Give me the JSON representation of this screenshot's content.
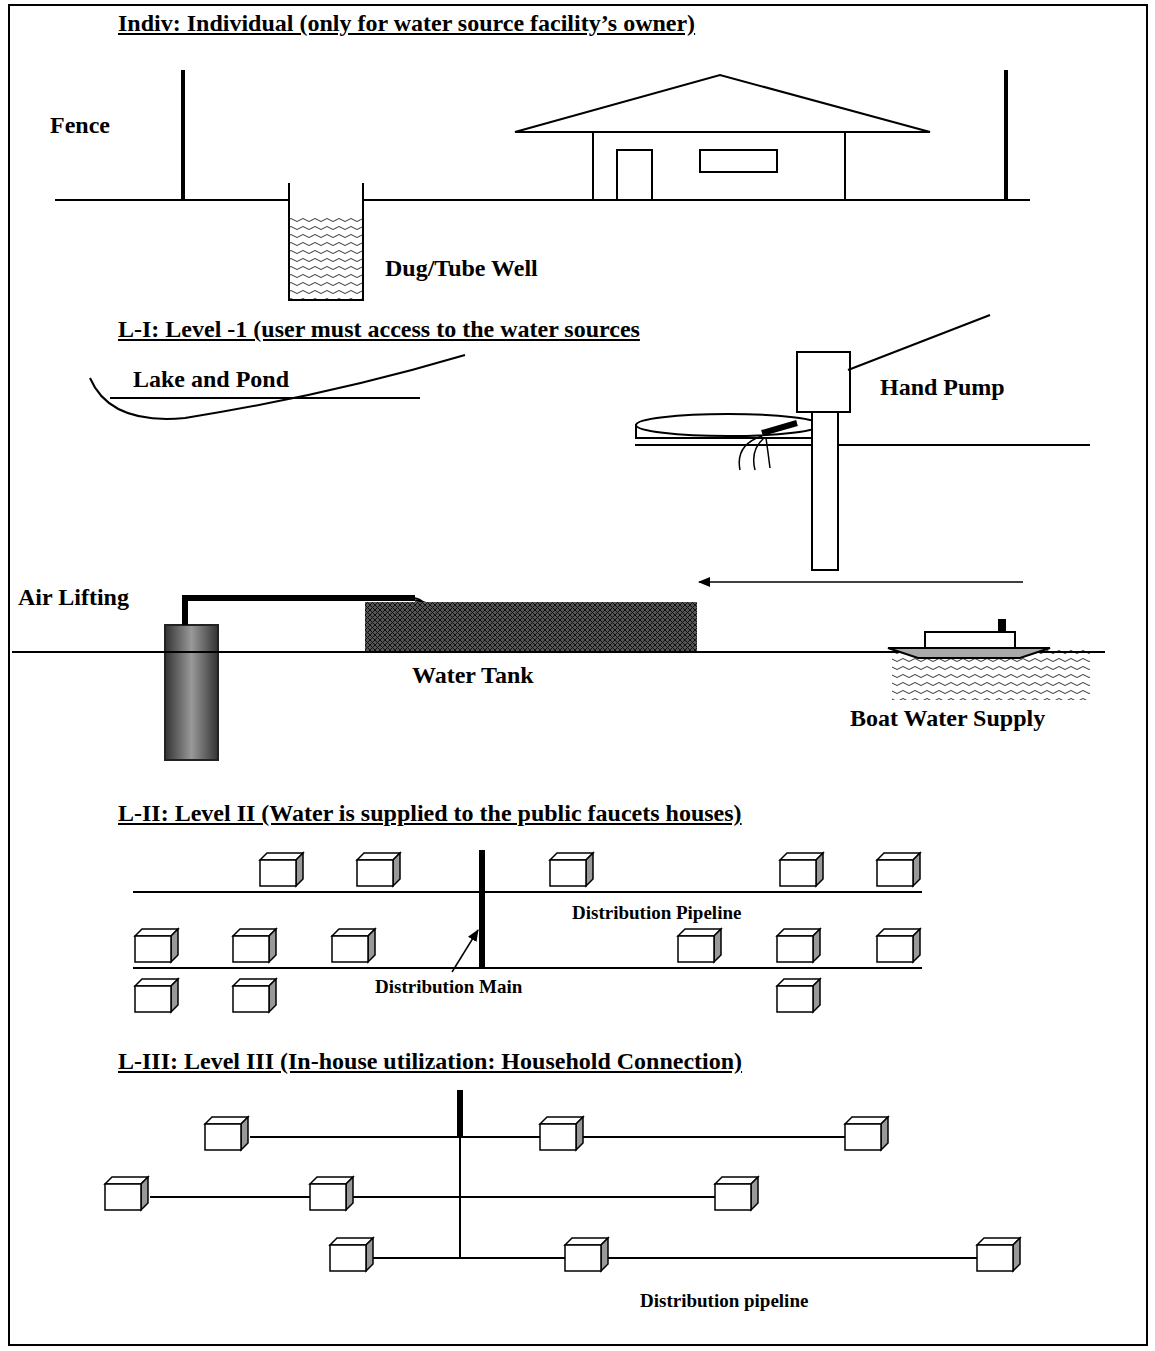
{
  "diagram": {
    "labels": [
      "Indiv: Individual (only for water source facility’s owner)",
      "Fence",
      "Dug/Tube Well",
      "L-I: Level -1 (user must access to the water sources",
      "Lake and Pond",
      "Hand Pump",
      "Air Lifting",
      "Water Tank",
      "Boat Water Supply",
      "L-II: Level II (Water is supplied to the public faucets houses)",
      "Distribution Pipeline",
      "Distribution Main",
      "L-III: Level III (In-house utilization: Household Connection)",
      "Distribution pipeline"
    ]
  }
}
